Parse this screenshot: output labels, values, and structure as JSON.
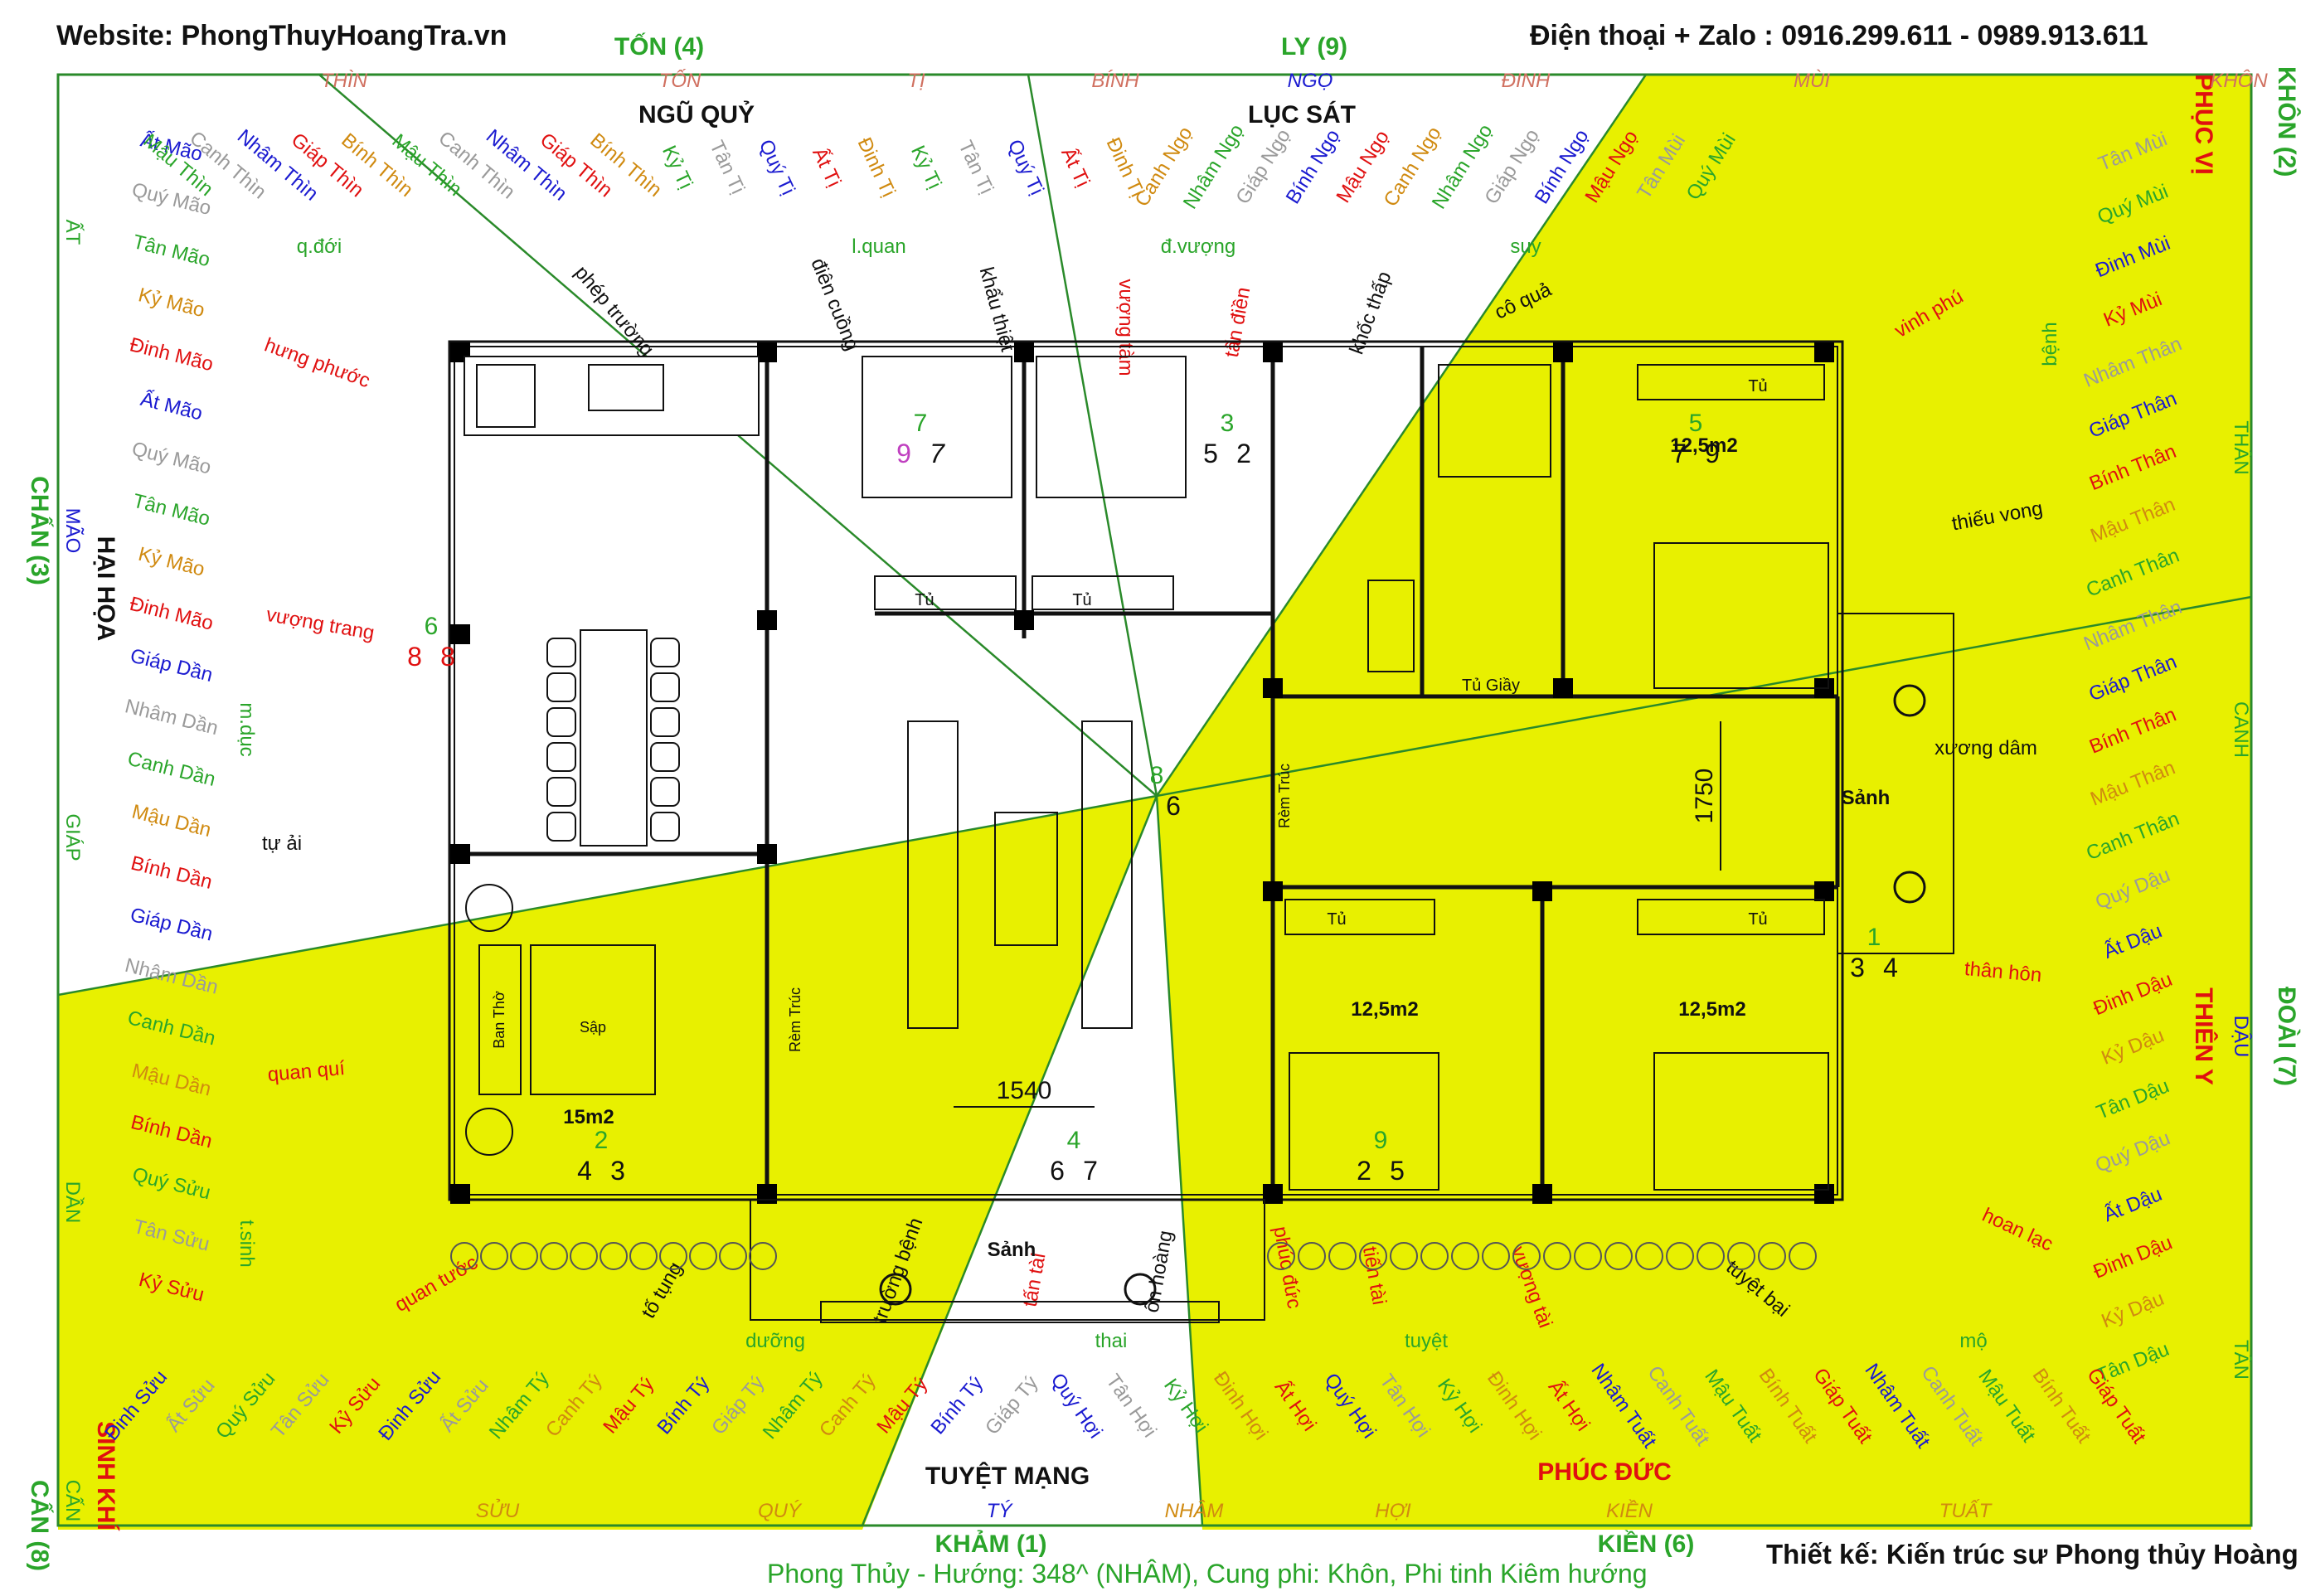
{
  "header": {
    "website": "Website: PhongThuyHoangTra.vn",
    "phone": "Điện thoại + Zalo : 0916.299.611 - 0989.913.611"
  },
  "footer": {
    "designer": "Thiết kế: Kiến trúc sư Phong thủy Hoàng Trà",
    "caption": "Phong Thủy - Hướng: 348^ (NHÂM), Cung phi: Khôn, Phi tinh Kiêm hướng"
  },
  "colors": {
    "good_zone": "#e8f000",
    "green": "#2aa52a",
    "red": "#e01010",
    "orange": "#e0801a",
    "blue": "#1a1ad0",
    "wall": "#111111",
    "compass_line": "#2a8a2a"
  },
  "directions": {
    "ton": "TỐN (4)",
    "ly": "LY (9)",
    "khon": "KHÔN (2)",
    "chan": "CHẤN (3)",
    "doai": "ĐOÀI (7)",
    "can8": "CẤN (8)",
    "kham": "KHẢM (1)",
    "kien": "KIỀN (6)"
  },
  "zones": {
    "ngu_quy": "NGŨ QUỶ",
    "luc_sat": "LỤC SÁT",
    "hai_hoa": "HẠI HỌA",
    "tuyet_menh": "TUYỆT MẠNG",
    "phuc_vi": "PHỤC VỊ",
    "thien_y": "THIÊN Y",
    "sinh_khi": "SINH KHÍ",
    "phuc_duc": "PHÚC ĐỨC"
  },
  "mountains": {
    "top": [
      "THÌN",
      "TỐN",
      "TỊ",
      "BÍNH",
      "NGỌ",
      "ĐINH",
      "MÙI",
      "KHÔN"
    ],
    "bottom": [
      "SỬU",
      "QUÝ",
      "TÝ",
      "NHÂM",
      "HỢI",
      "KIỀN",
      "TUẤT"
    ],
    "left": [
      "ẤT",
      "MÃO",
      "GIÁP",
      "DẦN",
      "CẤN"
    ],
    "right": [
      "THÂN",
      "CANH",
      "DẬU",
      "TÂN"
    ]
  },
  "ring": {
    "left": [
      {
        "t": "Ất Mão",
        "c": "blue"
      },
      {
        "t": "Quý Mão",
        "c": "gray"
      },
      {
        "t": "Tân Mão",
        "c": "green"
      },
      {
        "t": "Kỷ Mão",
        "c": "orange"
      },
      {
        "t": "Đinh Mão",
        "c": "red"
      },
      {
        "t": "Ất Mão",
        "c": "blue"
      },
      {
        "t": "Quý Mão",
        "c": "gray"
      },
      {
        "t": "Tân Mão",
        "c": "green"
      },
      {
        "t": "Kỷ Mão",
        "c": "orange"
      },
      {
        "t": "Đinh Mão",
        "c": "red"
      },
      {
        "t": "Giáp Dần",
        "c": "blue"
      },
      {
        "t": "Nhâm Dần",
        "c": "gray"
      },
      {
        "t": "Canh Dần",
        "c": "green"
      },
      {
        "t": "Mậu Dần",
        "c": "orange"
      },
      {
        "t": "Bính Dần",
        "c": "red"
      },
      {
        "t": "Giáp Dần",
        "c": "blue"
      },
      {
        "t": "Nhâm Dần",
        "c": "gray"
      },
      {
        "t": "Canh Dần",
        "c": "green"
      },
      {
        "t": "Mậu Dần",
        "c": "orange"
      },
      {
        "t": "Bính Dần",
        "c": "red"
      },
      {
        "t": "Quý Sửu",
        "c": "green"
      },
      {
        "t": "Tân Sửu",
        "c": "gray"
      },
      {
        "t": "Kỷ Sửu",
        "c": "red"
      }
    ],
    "right": [
      {
        "t": "Tân Mùi",
        "c": "gray"
      },
      {
        "t": "Quý Mùi",
        "c": "green"
      },
      {
        "t": "Đinh Mùi",
        "c": "blue"
      },
      {
        "t": "Kỷ Mùi",
        "c": "red"
      },
      {
        "t": "Nhâm Thân",
        "c": "gray"
      },
      {
        "t": "Giáp Thân",
        "c": "blue"
      },
      {
        "t": "Bính Thân",
        "c": "red"
      },
      {
        "t": "Mậu Thân",
        "c": "orange"
      },
      {
        "t": "Canh Thân",
        "c": "green"
      },
      {
        "t": "Nhâm Thân",
        "c": "gray"
      },
      {
        "t": "Giáp Thân",
        "c": "blue"
      },
      {
        "t": "Bính Thân",
        "c": "red"
      },
      {
        "t": "Mậu Thân",
        "c": "orange"
      },
      {
        "t": "Canh Thân",
        "c": "green"
      },
      {
        "t": "Quý Dậu",
        "c": "gray"
      },
      {
        "t": "Ất Dậu",
        "c": "blue"
      },
      {
        "t": "Đinh Dậu",
        "c": "red"
      },
      {
        "t": "Kỷ Dậu",
        "c": "orange"
      },
      {
        "t": "Tân Dậu",
        "c": "green"
      },
      {
        "t": "Quý Dậu",
        "c": "gray"
      },
      {
        "t": "Ất Dậu",
        "c": "blue"
      },
      {
        "t": "Đinh Dậu",
        "c": "red"
      },
      {
        "t": "Kỷ Dậu",
        "c": "orange"
      },
      {
        "t": "Tân Dậu",
        "c": "green"
      }
    ],
    "top": [
      {
        "t": "Mậu Thìn",
        "c": "green"
      },
      {
        "t": "Canh Thìn",
        "c": "gray"
      },
      {
        "t": "Nhâm Thìn",
        "c": "blue"
      },
      {
        "t": "Giáp Thìn",
        "c": "red"
      },
      {
        "t": "Bính Thìn",
        "c": "orange"
      },
      {
        "t": "Mậu Thìn",
        "c": "green"
      },
      {
        "t": "Canh Thìn",
        "c": "gray"
      },
      {
        "t": "Nhâm Thìn",
        "c": "blue"
      },
      {
        "t": "Giáp Thìn",
        "c": "red"
      },
      {
        "t": "Bính Thìn",
        "c": "orange"
      },
      {
        "t": "Kỷ Tị",
        "c": "green"
      },
      {
        "t": "Tân Tị",
        "c": "gray"
      },
      {
        "t": "Quý Tị",
        "c": "blue"
      },
      {
        "t": "Ất Tị",
        "c": "red"
      },
      {
        "t": "Đinh Tị",
        "c": "orange"
      },
      {
        "t": "Kỷ Tị",
        "c": "green"
      },
      {
        "t": "Tân Tị",
        "c": "gray"
      },
      {
        "t": "Quý Tị",
        "c": "blue"
      },
      {
        "t": "Ất Tị",
        "c": "red"
      },
      {
        "t": "Đinh Tị",
        "c": "orange"
      },
      {
        "t": "Canh Ngọ",
        "c": "orange"
      },
      {
        "t": "Nhâm Ngọ",
        "c": "green"
      },
      {
        "t": "Giáp Ngọ",
        "c": "gray"
      },
      {
        "t": "Bính Ngọ",
        "c": "blue"
      },
      {
        "t": "Mậu Ngọ",
        "c": "red"
      },
      {
        "t": "Canh Ngọ",
        "c": "orange"
      },
      {
        "t": "Nhâm Ngọ",
        "c": "green"
      },
      {
        "t": "Giáp Ngọ",
        "c": "gray"
      },
      {
        "t": "Bính Ngọ",
        "c": "blue"
      },
      {
        "t": "Mậu Ngọ",
        "c": "red"
      },
      {
        "t": "Tân Mùi",
        "c": "gray"
      },
      {
        "t": "Quý Mùi",
        "c": "green"
      }
    ],
    "bottom": [
      {
        "t": "Đinh Sửu",
        "c": "blue"
      },
      {
        "t": "Ất Sửu",
        "c": "gray"
      },
      {
        "t": "Quý Sửu",
        "c": "green"
      },
      {
        "t": "Tân Sửu",
        "c": "gray"
      },
      {
        "t": "Kỷ Sửu",
        "c": "red"
      },
      {
        "t": "Đinh Sửu",
        "c": "blue"
      },
      {
        "t": "Ất Sửu",
        "c": "gray"
      },
      {
        "t": "Nhâm Tý",
        "c": "green"
      },
      {
        "t": "Canh Tý",
        "c": "orange"
      },
      {
        "t": "Mậu Tý",
        "c": "red"
      },
      {
        "t": "Bính Tý",
        "c": "blue"
      },
      {
        "t": "Giáp Tý",
        "c": "gray"
      },
      {
        "t": "Nhâm Tý",
        "c": "green"
      },
      {
        "t": "Canh Tý",
        "c": "orange"
      },
      {
        "t": "Mậu Tý",
        "c": "red"
      },
      {
        "t": "Bính Tý",
        "c": "blue"
      },
      {
        "t": "Giáp Tý",
        "c": "gray"
      },
      {
        "t": "Quý Hợi",
        "c": "blue"
      },
      {
        "t": "Tân Hợi",
        "c": "gray"
      },
      {
        "t": "Kỷ Hợi",
        "c": "green"
      },
      {
        "t": "Đinh Hợi",
        "c": "orange"
      },
      {
        "t": "Ất Hợi",
        "c": "red"
      },
      {
        "t": "Quý Hợi",
        "c": "blue"
      },
      {
        "t": "Tân Hợi",
        "c": "gray"
      },
      {
        "t": "Kỷ Hợi",
        "c": "green"
      },
      {
        "t": "Đinh Hợi",
        "c": "orange"
      },
      {
        "t": "Ất Hợi",
        "c": "red"
      },
      {
        "t": "Nhâm Tuất",
        "c": "blue"
      },
      {
        "t": "Canh Tuất",
        "c": "gray"
      },
      {
        "t": "Mậu Tuất",
        "c": "green"
      },
      {
        "t": "Bính Tuất",
        "c": "orange"
      },
      {
        "t": "Giáp Tuất",
        "c": "red"
      },
      {
        "t": "Nhâm Tuất",
        "c": "blue"
      },
      {
        "t": "Canh Tuất",
        "c": "gray"
      },
      {
        "t": "Mậu Tuất",
        "c": "green"
      },
      {
        "t": "Bính Tuất",
        "c": "orange"
      },
      {
        "t": "Giáp Tuất",
        "c": "red"
      }
    ]
  },
  "stars": [
    {
      "t": "phép trường",
      "c": "black"
    },
    {
      "t": "điên cuồng",
      "c": "black"
    },
    {
      "t": "khẩu thiệt",
      "c": "black"
    },
    {
      "t": "vượng tàm",
      "c": "red"
    },
    {
      "t": "tấn điền",
      "c": "red"
    },
    {
      "t": "khốc thấp",
      "c": "black"
    },
    {
      "t": "cô quả",
      "c": "black"
    },
    {
      "t": "vinh phú",
      "c": "red"
    },
    {
      "t": "thiếu vong",
      "c": "black"
    },
    {
      "t": "xương dâm",
      "c": "black"
    },
    {
      "t": "thân hôn",
      "c": "red"
    },
    {
      "t": "hoan lạc",
      "c": "red"
    },
    {
      "t": "tuyệt bại",
      "c": "black"
    },
    {
      "t": "vượng tài",
      "c": "red"
    },
    {
      "t": "tiến tài",
      "c": "red"
    },
    {
      "t": "phúc đức",
      "c": "red"
    },
    {
      "t": "ôn hoàng",
      "c": "black"
    },
    {
      "t": "tấn tài",
      "c": "red"
    },
    {
      "t": "trường bệnh",
      "c": "black"
    },
    {
      "t": "tố tụng",
      "c": "black"
    },
    {
      "t": "quan tước",
      "c": "red"
    },
    {
      "t": "quan quí",
      "c": "red"
    },
    {
      "t": "tự ải",
      "c": "black"
    },
    {
      "t": "vượng trang",
      "c": "red"
    },
    {
      "t": "hưng phước",
      "c": "red"
    }
  ],
  "phases": [
    {
      "t": "q.đới",
      "c": "green"
    },
    {
      "t": "l.quan",
      "c": "green"
    },
    {
      "t": "đ.vượng",
      "c": "green"
    },
    {
      "t": "suy",
      "c": "green"
    },
    {
      "t": "bệnh",
      "c": "green"
    },
    {
      "t": "m.dục",
      "c": "green"
    },
    {
      "t": "t.sinh",
      "c": "green"
    },
    {
      "t": "dưỡng",
      "c": "green"
    },
    {
      "t": "thai",
      "c": "green"
    },
    {
      "t": "tuyệt",
      "c": "green"
    },
    {
      "t": "mộ",
      "c": "green"
    }
  ],
  "plan": {
    "rooms": [
      {
        "label": "12,5m2",
        "name": "bedroom-ne"
      },
      {
        "label": "12,5m2",
        "name": "bedroom-se-left"
      },
      {
        "label": "12,5m2",
        "name": "bedroom-se-right"
      },
      {
        "label": "15m2",
        "name": "altar-room"
      }
    ],
    "labels": {
      "tu": "Tủ",
      "tu_giay": "Tủ Giầy",
      "sanh": "Sảnh",
      "ban_tho": "Ban Thờ",
      "sap": "Sập",
      "rem_truc": "Rèm Trúc",
      "dim_1750": "1750",
      "dim_1540": "1540"
    },
    "flying_stars": [
      {
        "p": "7",
        "a": "9",
        "b": "7"
      },
      {
        "p": "3",
        "a": "5",
        "b": "2"
      },
      {
        "p": "5",
        "a": "7",
        "b": "9"
      },
      {
        "p": "6",
        "a": "8",
        "b": "8"
      },
      {
        "p": "8",
        "a": "",
        "b": "6"
      },
      {
        "p": "1",
        "a": "3",
        "b": "4"
      },
      {
        "p": "2",
        "a": "4",
        "b": "3"
      },
      {
        "p": "4",
        "a": "6",
        "b": "7"
      },
      {
        "p": "9",
        "a": "2",
        "b": "5"
      }
    ]
  }
}
